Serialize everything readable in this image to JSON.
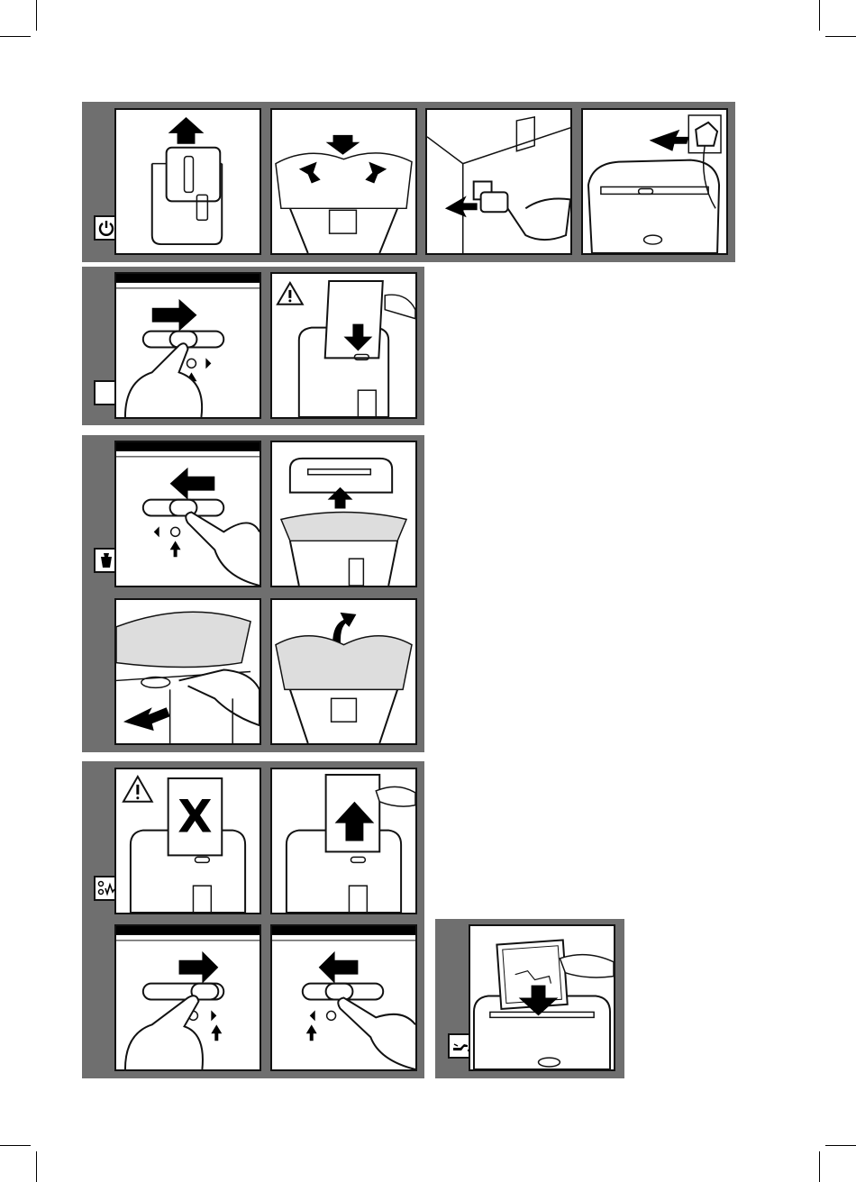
{
  "sections": [
    {
      "id": "setup",
      "icon": "power-icon"
    },
    {
      "id": "shred",
      "icon": "blank-icon"
    },
    {
      "id": "empty-bin",
      "icon": "bin-icon"
    },
    {
      "id": "jam",
      "icon": "jam-icon"
    },
    {
      "id": "oil",
      "icon": "oil-icon"
    }
  ],
  "jam_panel": {
    "mark": "X"
  },
  "colors": {
    "band": "#6f6f6f",
    "line": "#111111",
    "fill": "#000000"
  }
}
